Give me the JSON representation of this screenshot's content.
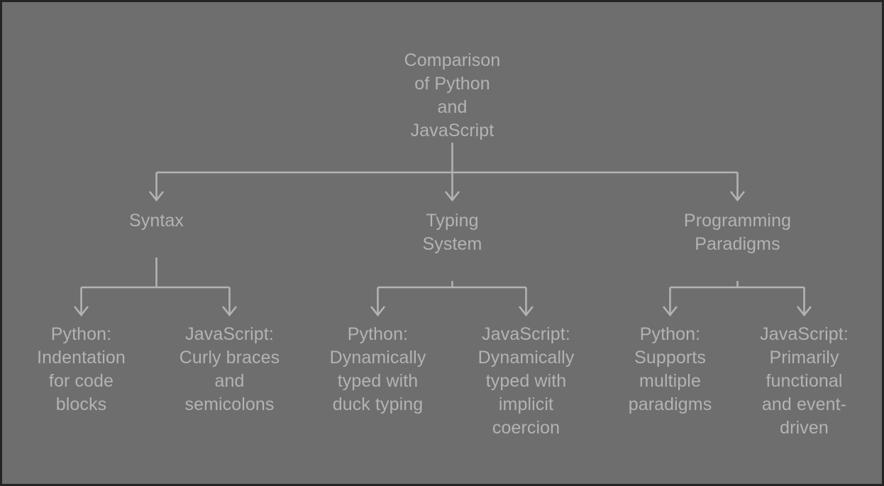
{
  "diagram": {
    "type": "tree",
    "title": "Comparison of Python and JavaScript",
    "background_color": "#6e6e6e",
    "border_color": "#242424",
    "text_color": "#b3b3b3",
    "edge_color": "#b3b3b3",
    "root": {
      "id": "root",
      "label": "Comparison\nof Python\nand\nJavaScript"
    },
    "branches": [
      {
        "id": "syntax",
        "label": "Syntax",
        "children": [
          {
            "id": "syntax-python",
            "label": "Python:\nIndentation\nfor code\nblocks"
          },
          {
            "id": "syntax-javascript",
            "label": "JavaScript:\nCurly braces\nand\nsemicolons"
          }
        ]
      },
      {
        "id": "typing-system",
        "label": "Typing\nSystem",
        "children": [
          {
            "id": "typing-python",
            "label": "Python:\nDynamically\ntyped with\nduck typing"
          },
          {
            "id": "typing-javascript",
            "label": "JavaScript:\nDynamically\ntyped with\nimplicit\ncoercion"
          }
        ]
      },
      {
        "id": "programming-paradigms",
        "label": "Programming\nParadigms",
        "children": [
          {
            "id": "paradigms-python",
            "label": "Python:\nSupports\nmultiple\nparadigms"
          },
          {
            "id": "paradigms-javascript",
            "label": "JavaScript:\nPrimarily\nfunctional\nand event-\ndriven"
          }
        ]
      }
    ]
  }
}
